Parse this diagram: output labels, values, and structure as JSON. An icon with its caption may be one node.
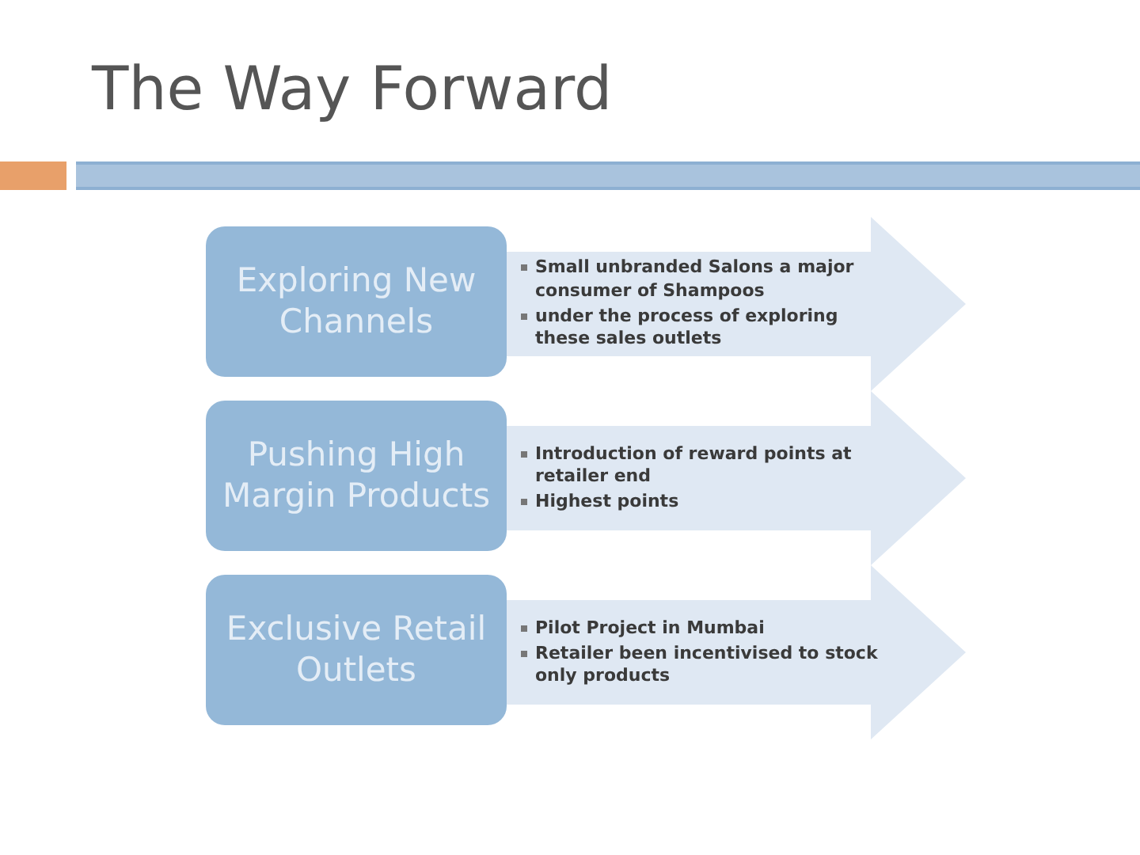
{
  "diagram": {
    "title": "The Way Forward",
    "nodes": [
      {
        "text": [
          "Exploring New Channels"
        ]
      },
      {
        "text": [
          "Small unbranded Salons a major consumer of Shampoos",
          "under the process of exploring these sales outlets"
        ]
      },
      {
        "text": [
          "Pushing High Margin Products"
        ]
      },
      {
        "text": [
          "Introduction of reward points at retailer end",
          "Highest points"
        ]
      },
      {
        "text": [
          "Exclusive Retail Outlets"
        ]
      },
      {
        "text": [
          "Pilot Project in Mumbai",
          "Retailer been incentivised to stock only products"
        ]
      }
    ]
  }
}
